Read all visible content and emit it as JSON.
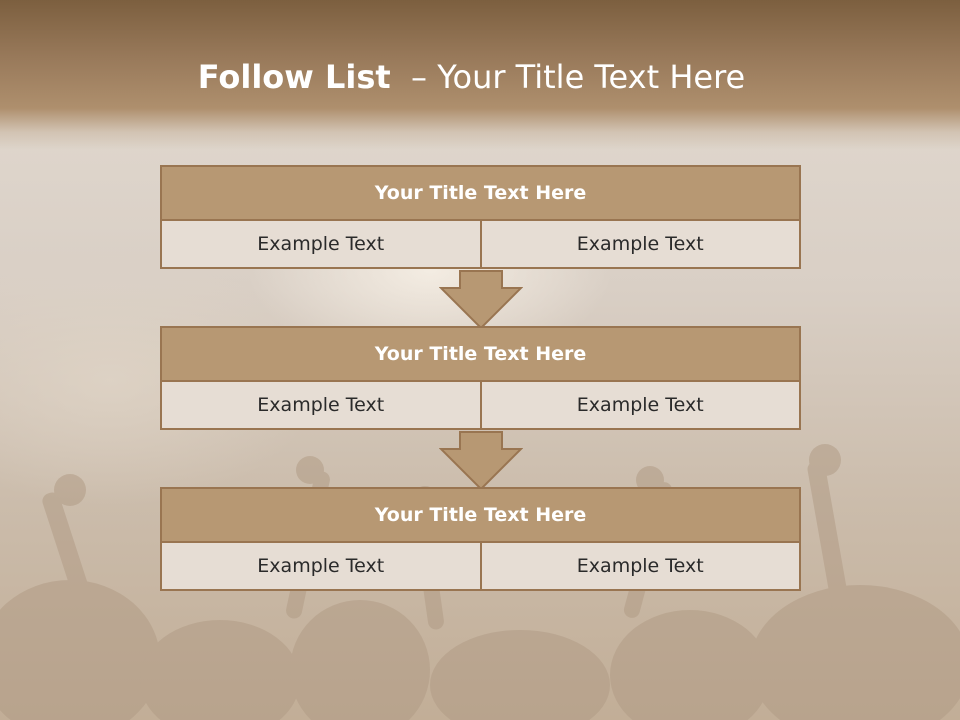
{
  "slide": {
    "title_bold": "Follow List",
    "title_rest": "– Your Title Text Here"
  },
  "steps": [
    {
      "title": "Your Title Text Here",
      "left": "Example Text",
      "right": "Example Text"
    },
    {
      "title": "Your Title Text Here",
      "left": "Example Text",
      "right": "Example Text"
    },
    {
      "title": "Your Title Text Here",
      "left": "Example Text",
      "right": "Example Text"
    }
  ],
  "colors": {
    "header_top": "#7c5f3f",
    "block_title_fill": "#b79873",
    "block_border": "#997551",
    "cell_fill": "#e6ddd4",
    "arrow_fill": "#b79873"
  }
}
